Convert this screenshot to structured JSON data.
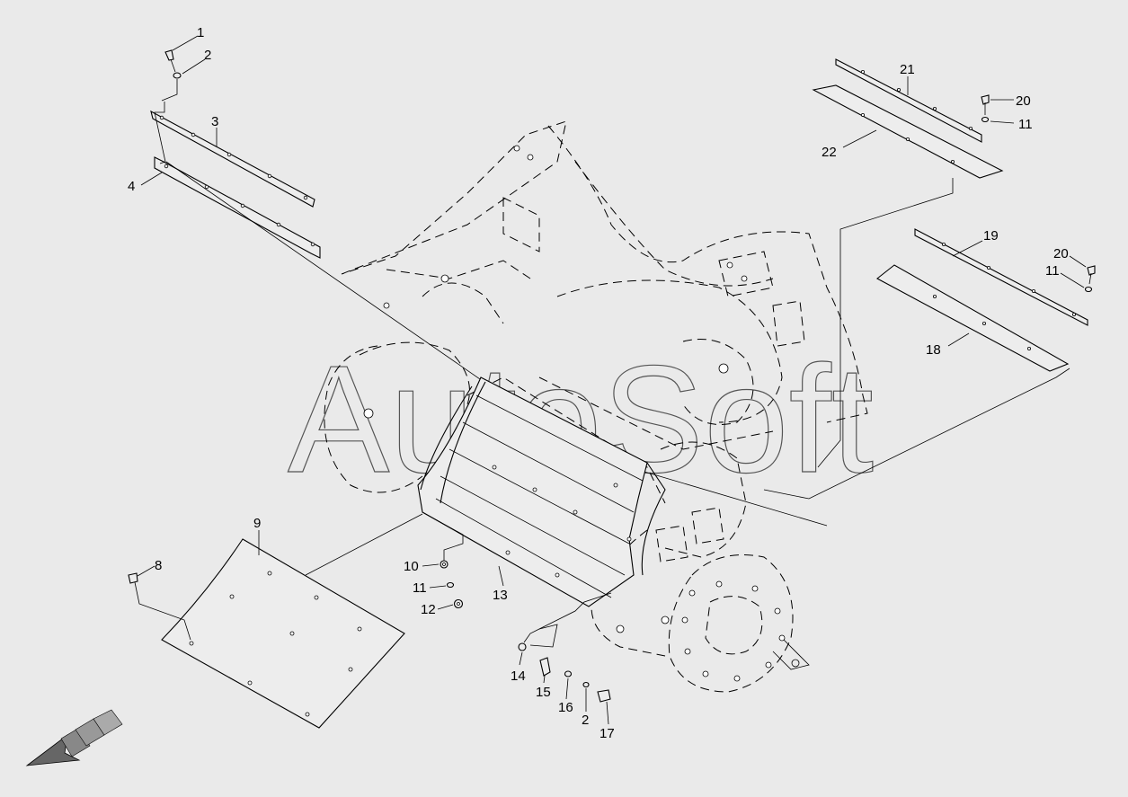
{
  "watermark": "AutoSoft",
  "callouts": [
    {
      "text": "1"
    },
    {
      "text": "2"
    },
    {
      "text": "3"
    },
    {
      "text": "4"
    },
    {
      "text": "21"
    },
    {
      "text": "20"
    },
    {
      "text": "11"
    },
    {
      "text": "22"
    },
    {
      "text": "19"
    },
    {
      "text": "20"
    },
    {
      "text": "11"
    },
    {
      "text": "18"
    },
    {
      "text": "9"
    },
    {
      "text": "8"
    },
    {
      "text": "10"
    },
    {
      "text": "11"
    },
    {
      "text": "12"
    },
    {
      "text": "13"
    },
    {
      "text": "14"
    },
    {
      "text": "15"
    },
    {
      "text": "16"
    },
    {
      "text": "2"
    },
    {
      "text": "17"
    }
  ]
}
